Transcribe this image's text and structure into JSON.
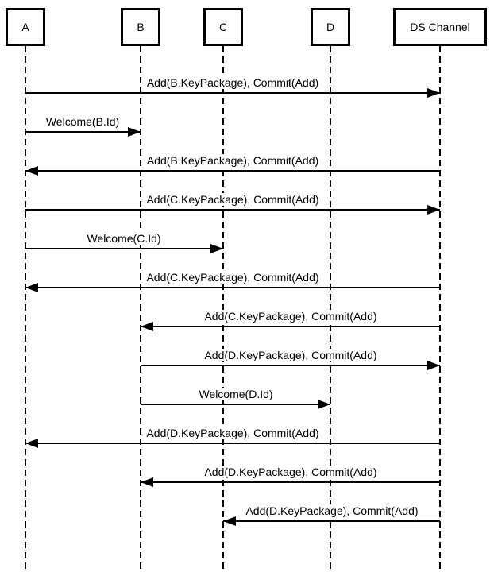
{
  "diagram": {
    "type": "sequence-diagram",
    "colors": {
      "line": "#000000",
      "background": "#ffffff",
      "text": "#000000"
    },
    "actors": [
      {
        "id": "A",
        "label": "A"
      },
      {
        "id": "B",
        "label": "B"
      },
      {
        "id": "C",
        "label": "C"
      },
      {
        "id": "D",
        "label": "D"
      },
      {
        "id": "DS",
        "label": "DS Channel"
      }
    ],
    "messages": [
      {
        "from": "A",
        "to": "DS",
        "label": "Add(B.KeyPackage), Commit(Add)"
      },
      {
        "from": "A",
        "to": "B",
        "label": "Welcome(B.Id)"
      },
      {
        "from": "DS",
        "to": "A",
        "label": "Add(B.KeyPackage), Commit(Add)"
      },
      {
        "from": "A",
        "to": "DS",
        "label": "Add(C.KeyPackage), Commit(Add)"
      },
      {
        "from": "A",
        "to": "C",
        "label": "Welcome(C.Id)"
      },
      {
        "from": "DS",
        "to": "A",
        "label": "Add(C.KeyPackage), Commit(Add)"
      },
      {
        "from": "DS",
        "to": "B",
        "label": "Add(C.KeyPackage), Commit(Add)"
      },
      {
        "from": "B",
        "to": "DS",
        "label": "Add(D.KeyPackage), Commit(Add)"
      },
      {
        "from": "B",
        "to": "D",
        "label": "Welcome(D.Id)"
      },
      {
        "from": "DS",
        "to": "A",
        "label": "Add(D.KeyPackage), Commit(Add)"
      },
      {
        "from": "DS",
        "to": "B",
        "label": "Add(D.KeyPackage), Commit(Add)"
      },
      {
        "from": "DS",
        "to": "C",
        "label": "Add(D.KeyPackage), Commit(Add)"
      }
    ]
  }
}
